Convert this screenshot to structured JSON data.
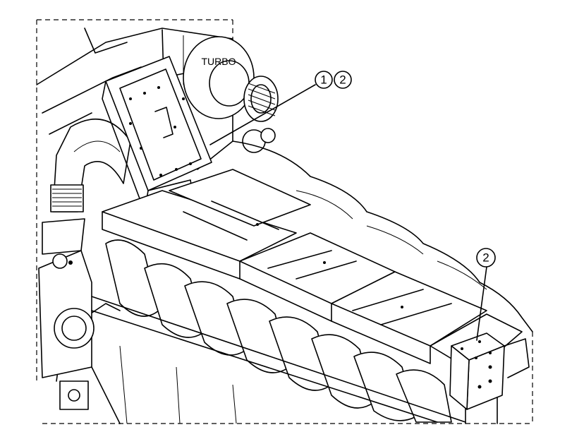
{
  "labels": {
    "turbo": "TURBO"
  },
  "callouts": [
    {
      "id": "callout-1",
      "text": "1"
    },
    {
      "id": "callout-2-top",
      "text": "2"
    },
    {
      "id": "callout-2-right",
      "text": "2"
    }
  ]
}
